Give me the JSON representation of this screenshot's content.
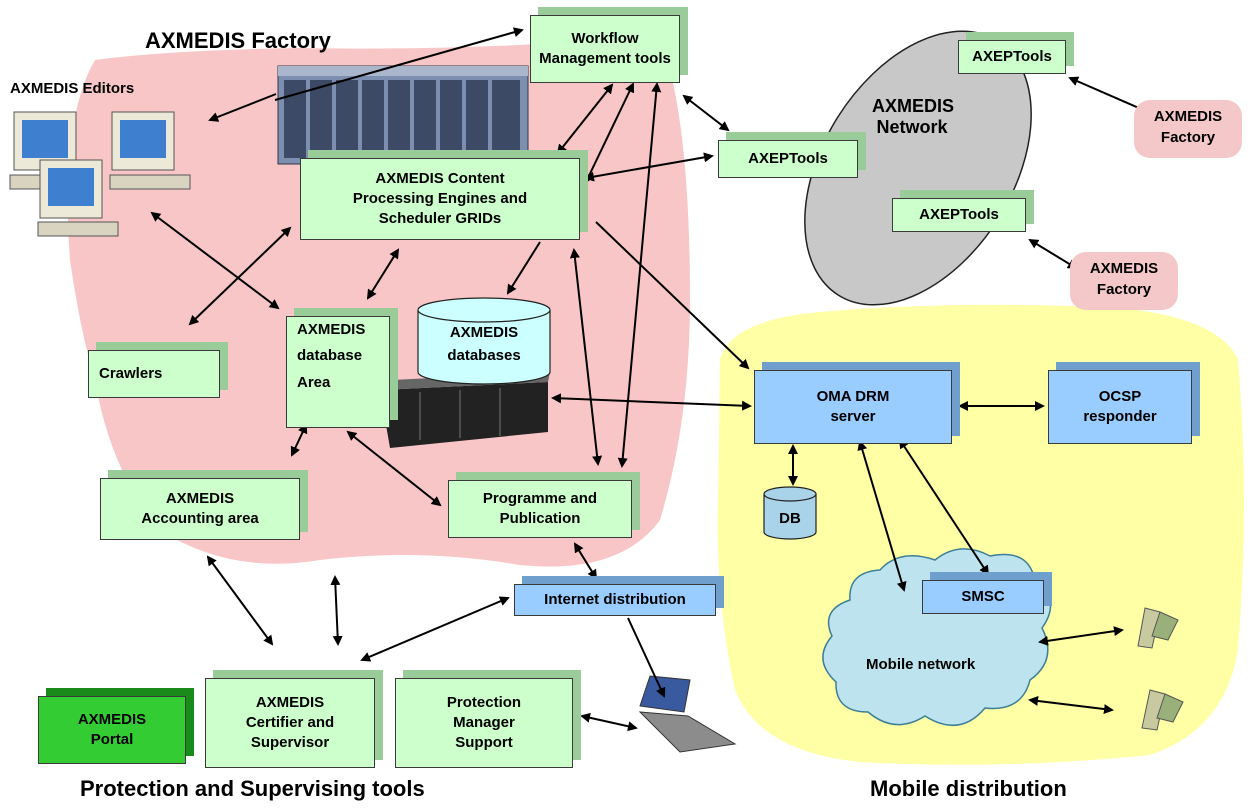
{
  "titles": {
    "factory": "AXMEDIS Factory",
    "editors": "AXMEDIS Editors",
    "network_line1": "AXMEDIS",
    "network_line2": "Network",
    "protection": "Protection and Supervising tools",
    "mobile": "Mobile distribution"
  },
  "boxes": {
    "workflow": [
      "Workflow",
      "Management tools"
    ],
    "content_engines": [
      "AXMEDIS Content",
      "Processing Engines and",
      "Scheduler GRIDs"
    ],
    "axeptools_main": "AXEPTools",
    "axeptools_top": "AXEPTools",
    "axeptools_mid": "AXEPTools",
    "factory_right_top": [
      "AXMEDIS",
      "Factory"
    ],
    "factory_right_bottom": [
      "AXMEDIS",
      "Factory"
    ],
    "crawlers": "Crawlers",
    "database_area": [
      "AXMEDIS",
      "database",
      "Area"
    ],
    "databases": [
      "AXMEDIS",
      "databases"
    ],
    "accounting": [
      "AXMEDIS",
      "Accounting area"
    ],
    "programme": [
      "Programme and",
      "Publication"
    ],
    "internet": "Internet distribution",
    "oma": [
      "OMA DRM",
      "server"
    ],
    "ocsp": [
      "OCSP",
      "responder"
    ],
    "db": "DB",
    "smsc": "SMSC",
    "mobile_network": "Mobile network",
    "portal": [
      "AXMEDIS",
      "Portal"
    ],
    "certifier": [
      "AXMEDIS",
      "Certifier and",
      "Supervisor"
    ],
    "protection_manager": [
      "Protection",
      "Manager",
      "Support"
    ]
  },
  "colors": {
    "factory_region": "#f8c6c6",
    "mobile_region": "#ffffa6",
    "network_ellipse": "#c8c8c8",
    "green_box": "#ccffcc",
    "blue_box": "#99ccff",
    "portal_box": "#33cc33",
    "cloud": "#bde4ee"
  }
}
